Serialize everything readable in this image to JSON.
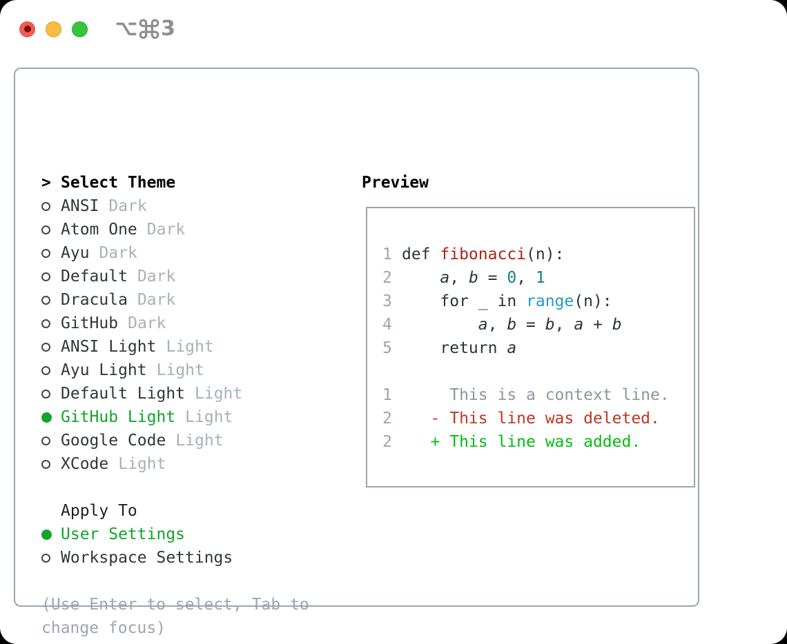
{
  "titlebar": {
    "shortcut_label": "⌥⌘3",
    "shortcut_number": "3",
    "traffic_lights": [
      "close",
      "minimize",
      "zoom"
    ]
  },
  "theme_panel": {
    "header": {
      "marker": ">",
      "label": "Select Theme"
    },
    "items": [
      {
        "name": "ANSI",
        "variant": "Dark",
        "selected": false
      },
      {
        "name": "Atom One",
        "variant": "Dark",
        "selected": false
      },
      {
        "name": "Ayu",
        "variant": "Dark",
        "selected": false
      },
      {
        "name": "Default",
        "variant": "Dark",
        "selected": false
      },
      {
        "name": "Dracula",
        "variant": "Dark",
        "selected": false
      },
      {
        "name": "GitHub",
        "variant": "Dark",
        "selected": false
      },
      {
        "name": "ANSI Light",
        "variant": "Light",
        "selected": false
      },
      {
        "name": "Ayu Light",
        "variant": "Light",
        "selected": false
      },
      {
        "name": "Default Light",
        "variant": "Light",
        "selected": false
      },
      {
        "name": "GitHub Light",
        "variant": "Light",
        "selected": true
      },
      {
        "name": "Google Code",
        "variant": "Light",
        "selected": false
      },
      {
        "name": "XCode",
        "variant": "Light",
        "selected": false
      }
    ],
    "apply_to": {
      "label": "Apply To",
      "options": [
        {
          "name": "User Settings",
          "selected": true
        },
        {
          "name": "Workspace Settings",
          "selected": false
        }
      ]
    },
    "hint": "(Use Enter to select, Tab to change focus)"
  },
  "preview_panel": {
    "title": "Preview",
    "code_lines": [
      {
        "num": "1",
        "segments": [
          {
            "text": "def ",
            "style": "plain"
          },
          {
            "text": "fibonacci",
            "style": "func"
          },
          {
            "text": "(n):",
            "style": "plain"
          }
        ]
      },
      {
        "num": "2",
        "segments": [
          {
            "text": "    ",
            "style": "plain"
          },
          {
            "text": "a",
            "style": "var"
          },
          {
            "text": ", ",
            "style": "plain"
          },
          {
            "text": "b",
            "style": "var"
          },
          {
            "text": " = ",
            "style": "plain"
          },
          {
            "text": "0",
            "style": "num"
          },
          {
            "text": ", ",
            "style": "plain"
          },
          {
            "text": "1",
            "style": "num"
          }
        ]
      },
      {
        "num": "3",
        "segments": [
          {
            "text": "    for _ in ",
            "style": "plain"
          },
          {
            "text": "range",
            "style": "builtin"
          },
          {
            "text": "(n):",
            "style": "plain"
          }
        ]
      },
      {
        "num": "4",
        "segments": [
          {
            "text": "        ",
            "style": "plain"
          },
          {
            "text": "a",
            "style": "var"
          },
          {
            "text": ", ",
            "style": "plain"
          },
          {
            "text": "b",
            "style": "var"
          },
          {
            "text": " = ",
            "style": "plain"
          },
          {
            "text": "b",
            "style": "var"
          },
          {
            "text": ", ",
            "style": "plain"
          },
          {
            "text": "a",
            "style": "var"
          },
          {
            "text": " + ",
            "style": "plain"
          },
          {
            "text": "b",
            "style": "var"
          }
        ]
      },
      {
        "num": "5",
        "segments": [
          {
            "text": "    return ",
            "style": "plain"
          },
          {
            "text": "a",
            "style": "var"
          }
        ]
      },
      {
        "num": "",
        "segments": []
      },
      {
        "num": "1",
        "segments": [
          {
            "text": "     This is a context line.",
            "style": "context"
          }
        ]
      },
      {
        "num": "2",
        "segments": [
          {
            "text": "   - This line was deleted.",
            "style": "deleted"
          }
        ]
      },
      {
        "num": "2",
        "segments": [
          {
            "text": "   + This line was added.",
            "style": "added"
          }
        ]
      }
    ]
  },
  "colors": {
    "accent_green": "#10a42c",
    "diff_deleted": "#c23421",
    "diff_added": "#04bd11",
    "diff_context": "#8e959e",
    "code_plain": "#2d333b",
    "code_func": "#aa2318",
    "code_number": "#0e7e8a",
    "code_builtin": "#1e9cc9",
    "line_number": "#9aa5b2",
    "border_gray": "#9ca4af",
    "muted_text": "#a7b0bb",
    "hint_text": "#9ba5b3",
    "titlebar_gray": "#8e8f92"
  }
}
